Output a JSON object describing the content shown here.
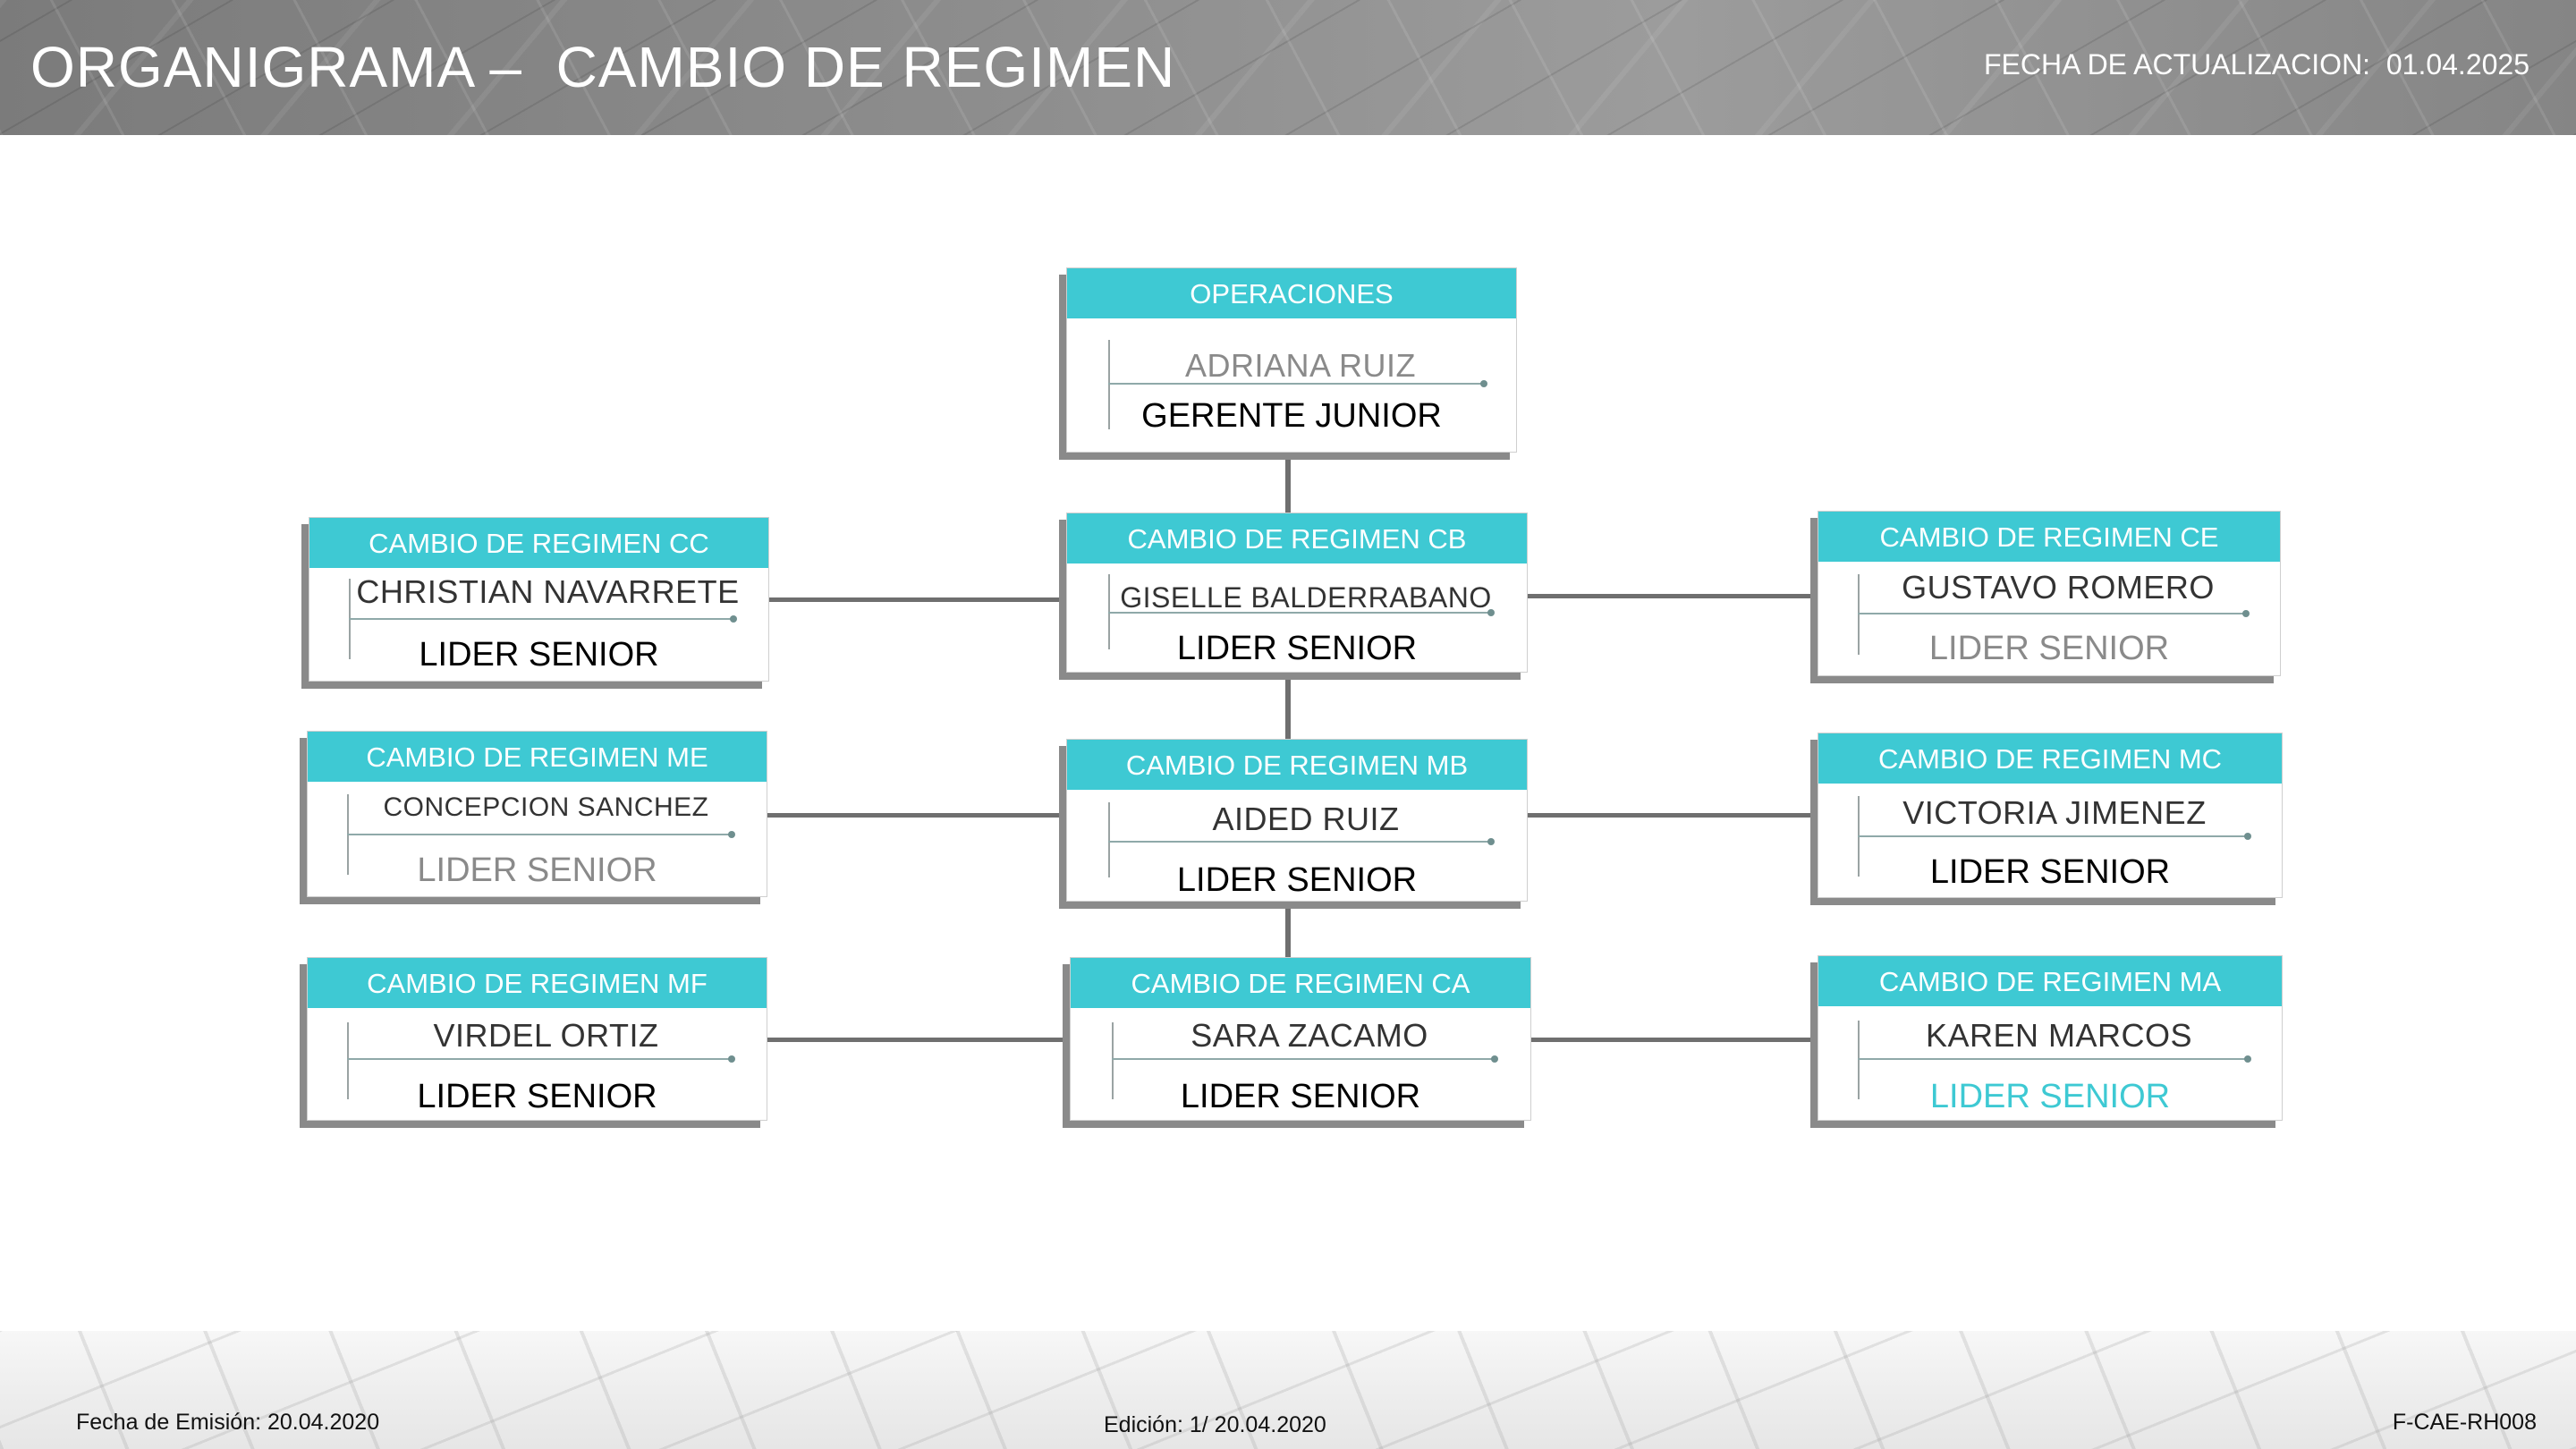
{
  "header": {
    "title": "ORGANIGRAMA –  CAMBIO DE REGIMEN",
    "update_label": "FECHA DE ACTUALIZACION:  01.04.2025"
  },
  "boxes": {
    "operaciones": {
      "dept": "OPERACIONES",
      "name": "ADRIANA RUIZ",
      "role": "GERENTE JUNIOR"
    },
    "cc": {
      "dept": "CAMBIO DE REGIMEN CC",
      "name": "CHRISTIAN NAVARRETE",
      "role": "LIDER SENIOR"
    },
    "cb": {
      "dept": "CAMBIO DE REGIMEN CB",
      "name": "GISELLE BALDERRABANO",
      "role": "LIDER SENIOR"
    },
    "ce": {
      "dept": "CAMBIO DE REGIMEN CE",
      "name": "GUSTAVO ROMERO",
      "role": "LIDER SENIOR"
    },
    "me": {
      "dept": "CAMBIO DE REGIMEN ME",
      "name": "CONCEPCION SANCHEZ",
      "role": "LIDER SENIOR"
    },
    "mb": {
      "dept": "CAMBIO DE REGIMEN MB",
      "name": "AIDED RUIZ",
      "role": "LIDER SENIOR"
    },
    "mc": {
      "dept": "CAMBIO DE REGIMEN MC",
      "name": "VICTORIA JIMENEZ",
      "role": "LIDER SENIOR"
    },
    "mf": {
      "dept": "CAMBIO DE REGIMEN MF",
      "name": "VIRDEL ORTIZ",
      "role": "LIDER SENIOR"
    },
    "ca": {
      "dept": "CAMBIO DE REGIMEN CA",
      "name": "SARA ZACAMO",
      "role": "LIDER SENIOR"
    },
    "ma": {
      "dept": "CAMBIO DE REGIMEN MA",
      "name": "KAREN MARCOS",
      "role": "LIDER SENIOR"
    }
  },
  "colors": {
    "accent": "#3ec9d3",
    "header_bg": "#8e8e8e",
    "connector": "#6f6f6f"
  },
  "footer": {
    "emision": "Fecha de Emisión: 20.04.2020",
    "edicion": "Edición: 1/ 20.04.2020",
    "codigo": "F-CAE-RH008"
  }
}
